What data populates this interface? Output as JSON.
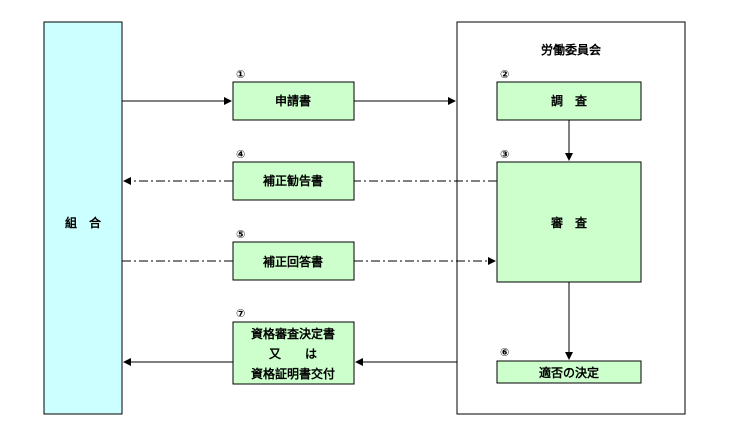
{
  "union_label": "組　合",
  "committee_label": "労働委員会",
  "colors": {
    "union_fill": "#ccffff",
    "box_fill": "#ccffcc",
    "stroke": "#000000"
  },
  "boxes": {
    "application": {
      "number": "①",
      "label": "申請書"
    },
    "investigation": {
      "number": "②",
      "label": "調　査"
    },
    "examination": {
      "number": "③",
      "label": "審　査"
    },
    "correction_advice": {
      "number": "④",
      "label": "補正勧告書"
    },
    "correction_reply": {
      "number": "⑤",
      "label": "補正回答書"
    },
    "decision": {
      "number": "⑥",
      "label": "適否の決定"
    },
    "certificate": {
      "number": "⑦",
      "line1": "資格審査決定書",
      "line2": "又　　は",
      "line3": "資格証明書交付"
    }
  }
}
